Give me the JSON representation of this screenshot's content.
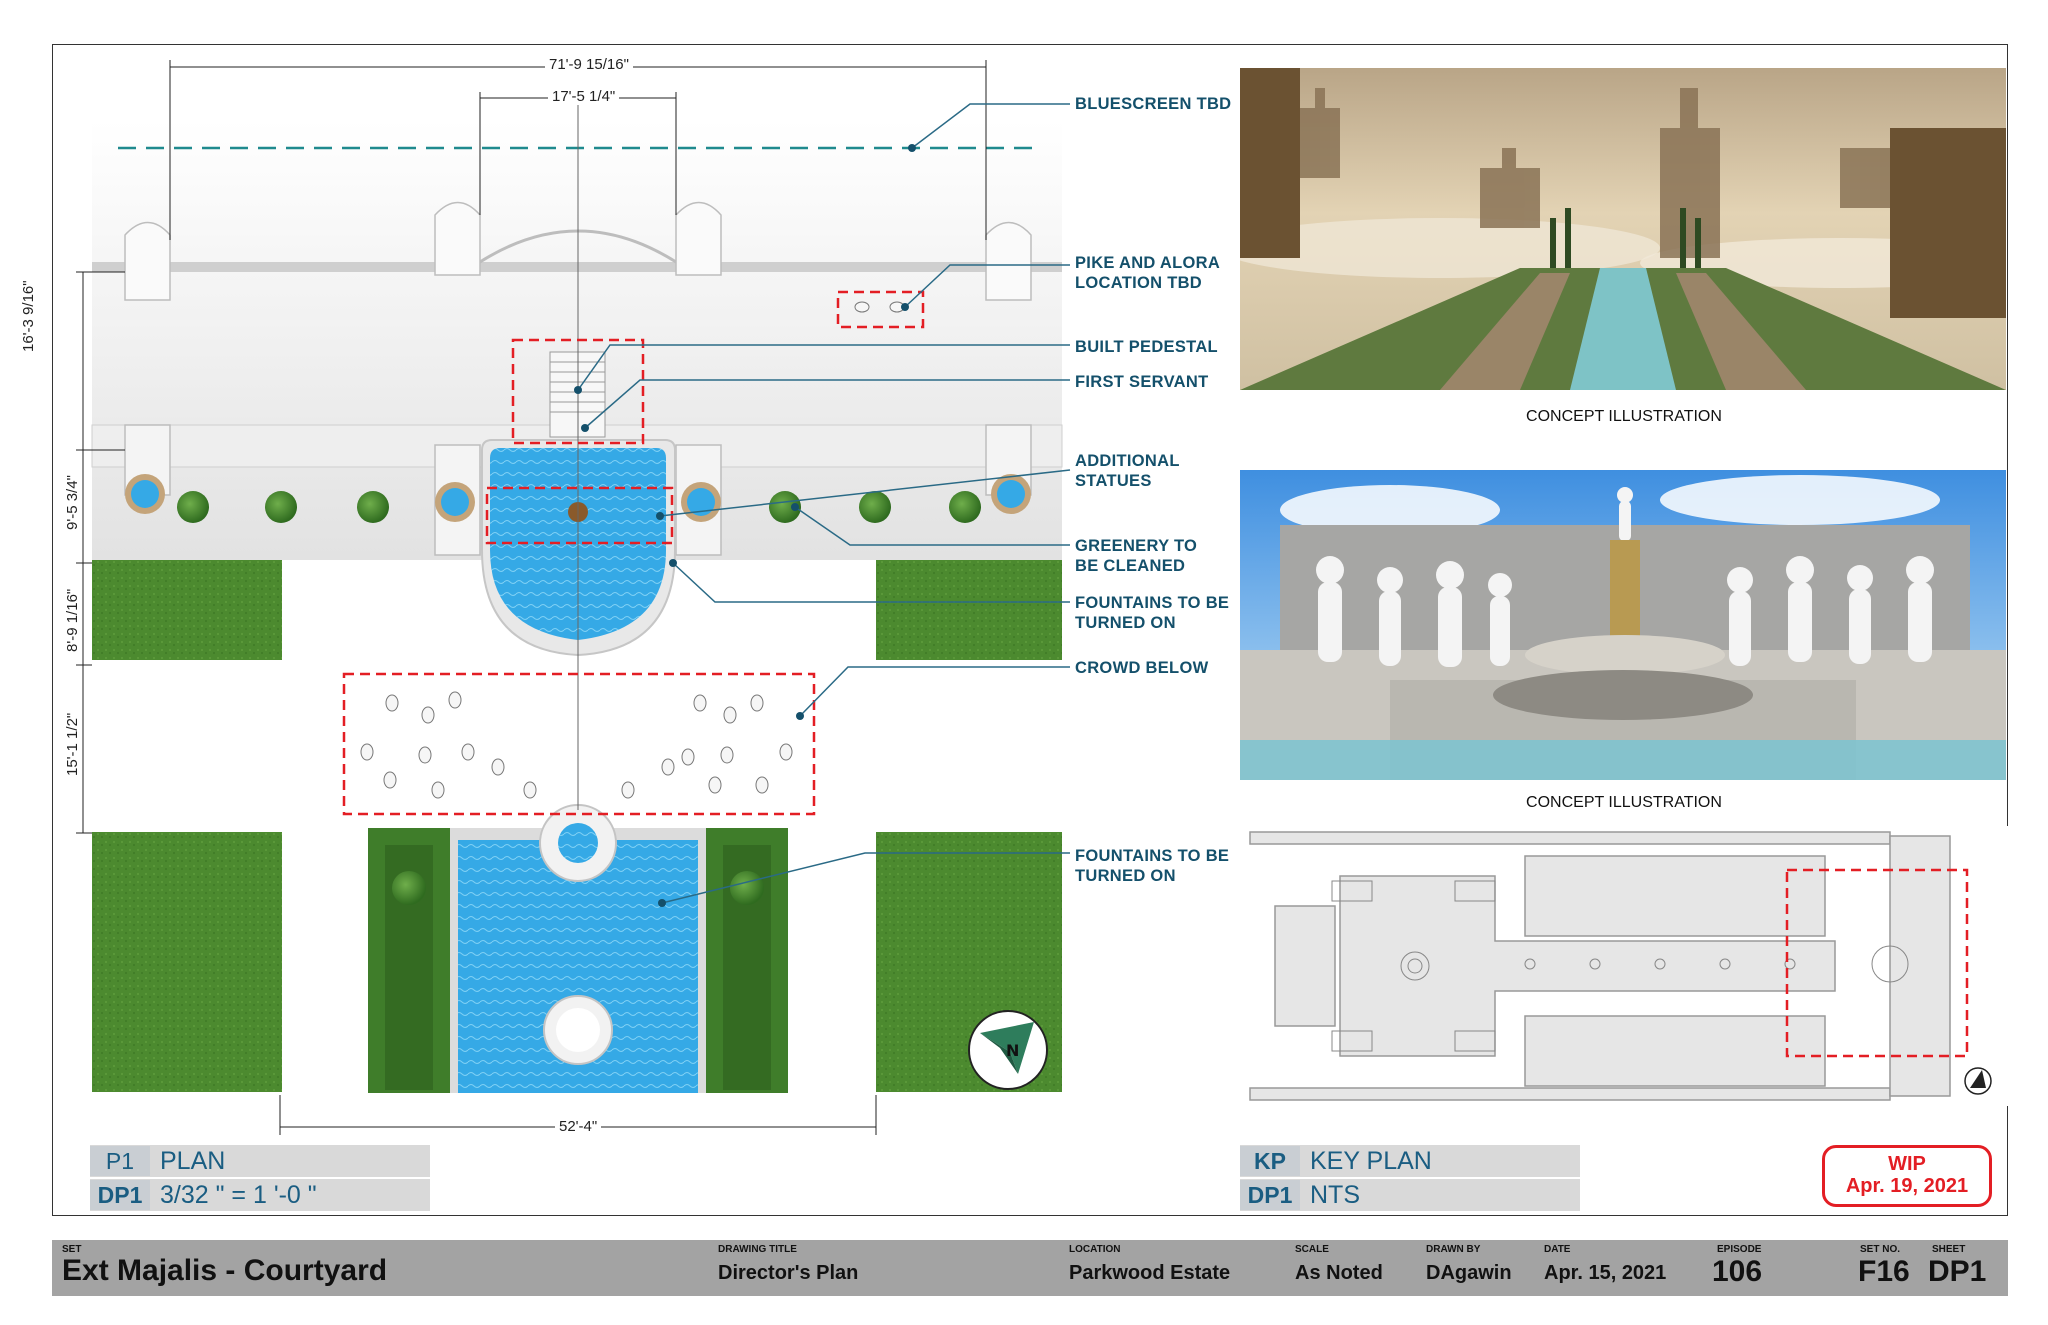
{
  "plan": {
    "dimensions": {
      "top_overall": "71'-9 15/16\"",
      "top_inner": "17'-5 1/4\"",
      "bottom": "52'-4\"",
      "left_1": "16'-3 9/16\"",
      "left_2": "9'-5 3/4\"",
      "left_3": "8'-9 1/16\"",
      "left_4": "15'-1 1/2\""
    },
    "callouts": [
      "BLUESCREEN TBD",
      "PIKE AND ALORA\nLOCATION TBD",
      "BUILT PEDESTAL",
      "FIRST SERVANT",
      "ADDITIONAL\nSTATUES",
      "GREENERY TO\nBE CLEANED",
      "FOUNTAINS TO BE\nTURNED ON",
      "CROWD BELOW",
      "FOUNTAINS TO BE\nTURNED ON"
    ],
    "compass_icon": "north-arrow-icon"
  },
  "illustrations": {
    "caption_1": "CONCEPT ILLUSTRATION",
    "caption_2": "CONCEPT ILLUSTRATION"
  },
  "labels": {
    "plan_row1_code": "P1",
    "plan_row1_text": "PLAN",
    "plan_row2_code": "DP1",
    "plan_row2_text": "3/32 \" = 1 '-0 \"",
    "key_row1_code": "KP",
    "key_row1_text": "KEY PLAN",
    "key_row2_code": "DP1",
    "key_row2_text": "NTS"
  },
  "stamp": {
    "line1": "WIP",
    "line2": "Apr. 19, 2021"
  },
  "title_block": {
    "set_label": "SET",
    "set_value": "Ext Majalis - Courtyard",
    "drawing_title_label": "DRAWING TITLE",
    "drawing_title_value": "Director's Plan",
    "location_label": "LOCATION",
    "location_value": "Parkwood Estate",
    "scale_label": "SCALE",
    "scale_value": "As Noted",
    "drawn_by_label": "DRAWN BY",
    "drawn_by_value": "DAgawin",
    "date_label": "DATE",
    "date_value": "Apr. 15, 2021",
    "episode_label": "EPISODE",
    "episode_value": "106",
    "set_no_label": "SET NO.",
    "set_no_value": "F16",
    "sheet_label": "SHEET",
    "sheet_value": "DP1"
  },
  "colors": {
    "callout_text": "#14506b",
    "leader": "#2a6a86",
    "red_dash": "#e31e24",
    "water": "#35a9e6",
    "grass": "#4c8a2f",
    "label_blue": "#1a5d82"
  }
}
